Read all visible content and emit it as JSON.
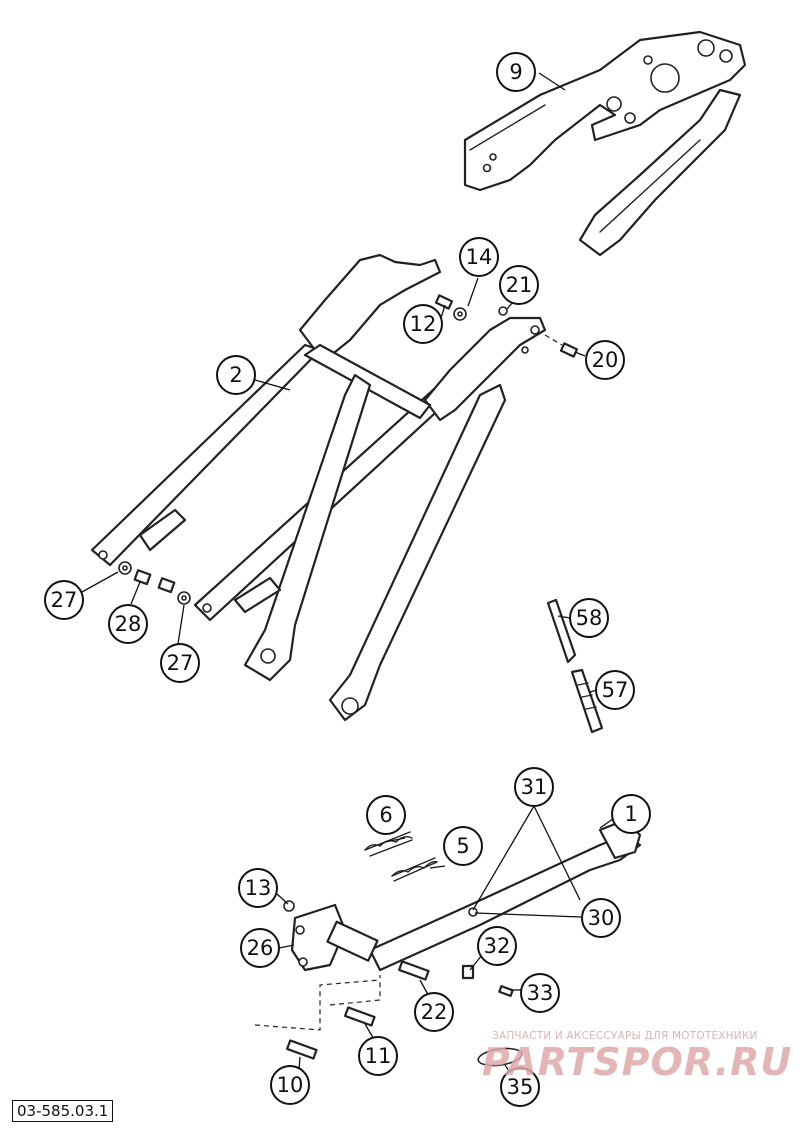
{
  "diagram_code": "03-585.03.1",
  "watermark": {
    "tagline": "ЗАПЧАСТИ И АКСЕССУАРЫ ДЛЯ МОТОТЕХНИКИ",
    "brand": "PARTSPOR.RU"
  },
  "callouts": [
    {
      "id": "c9",
      "label": "9"
    },
    {
      "id": "c14",
      "label": "14"
    },
    {
      "id": "c21",
      "label": "21"
    },
    {
      "id": "c12",
      "label": "12"
    },
    {
      "id": "c20",
      "label": "20"
    },
    {
      "id": "c2",
      "label": "2"
    },
    {
      "id": "c27a",
      "label": "27"
    },
    {
      "id": "c28",
      "label": "28"
    },
    {
      "id": "c27b",
      "label": "27"
    },
    {
      "id": "c58",
      "label": "58"
    },
    {
      "id": "c57",
      "label": "57"
    },
    {
      "id": "c31",
      "label": "31"
    },
    {
      "id": "c1",
      "label": "1"
    },
    {
      "id": "c6",
      "label": "6"
    },
    {
      "id": "c5",
      "label": "5"
    },
    {
      "id": "c13",
      "label": "13"
    },
    {
      "id": "c30",
      "label": "30"
    },
    {
      "id": "c26",
      "label": "26"
    },
    {
      "id": "c32",
      "label": "32"
    },
    {
      "id": "c33",
      "label": "33"
    },
    {
      "id": "c22",
      "label": "22"
    },
    {
      "id": "c11",
      "label": "11"
    },
    {
      "id": "c10",
      "label": "10"
    },
    {
      "id": "c35",
      "label": "35"
    }
  ]
}
